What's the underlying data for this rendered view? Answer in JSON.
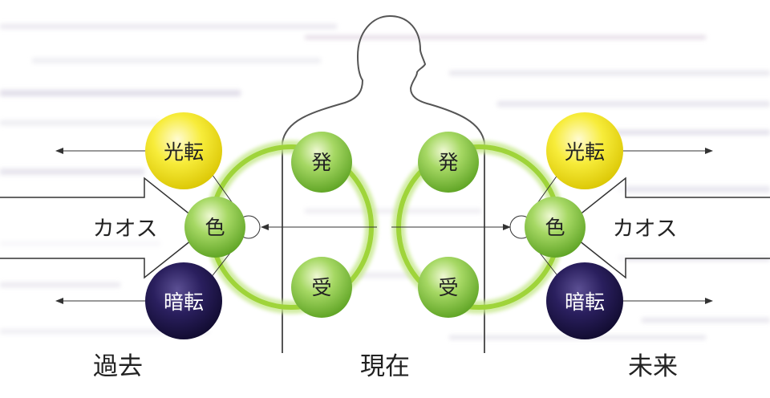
{
  "labels": {
    "past": "過去",
    "present": "現在",
    "future": "未来",
    "chaos_left": "カオス",
    "chaos_right": "カオス"
  },
  "nodes": {
    "light_turn": "光転",
    "dark_turn": "暗転",
    "color": "色",
    "emit": "発",
    "receive": "受"
  },
  "colors": {
    "yellow_orb": "#f2e21c",
    "navy_orb": "#22184f",
    "green_orb": "#7cc034",
    "green_ring": "#9fd43a",
    "arrow": "#333333",
    "silhouette": "#555555"
  }
}
